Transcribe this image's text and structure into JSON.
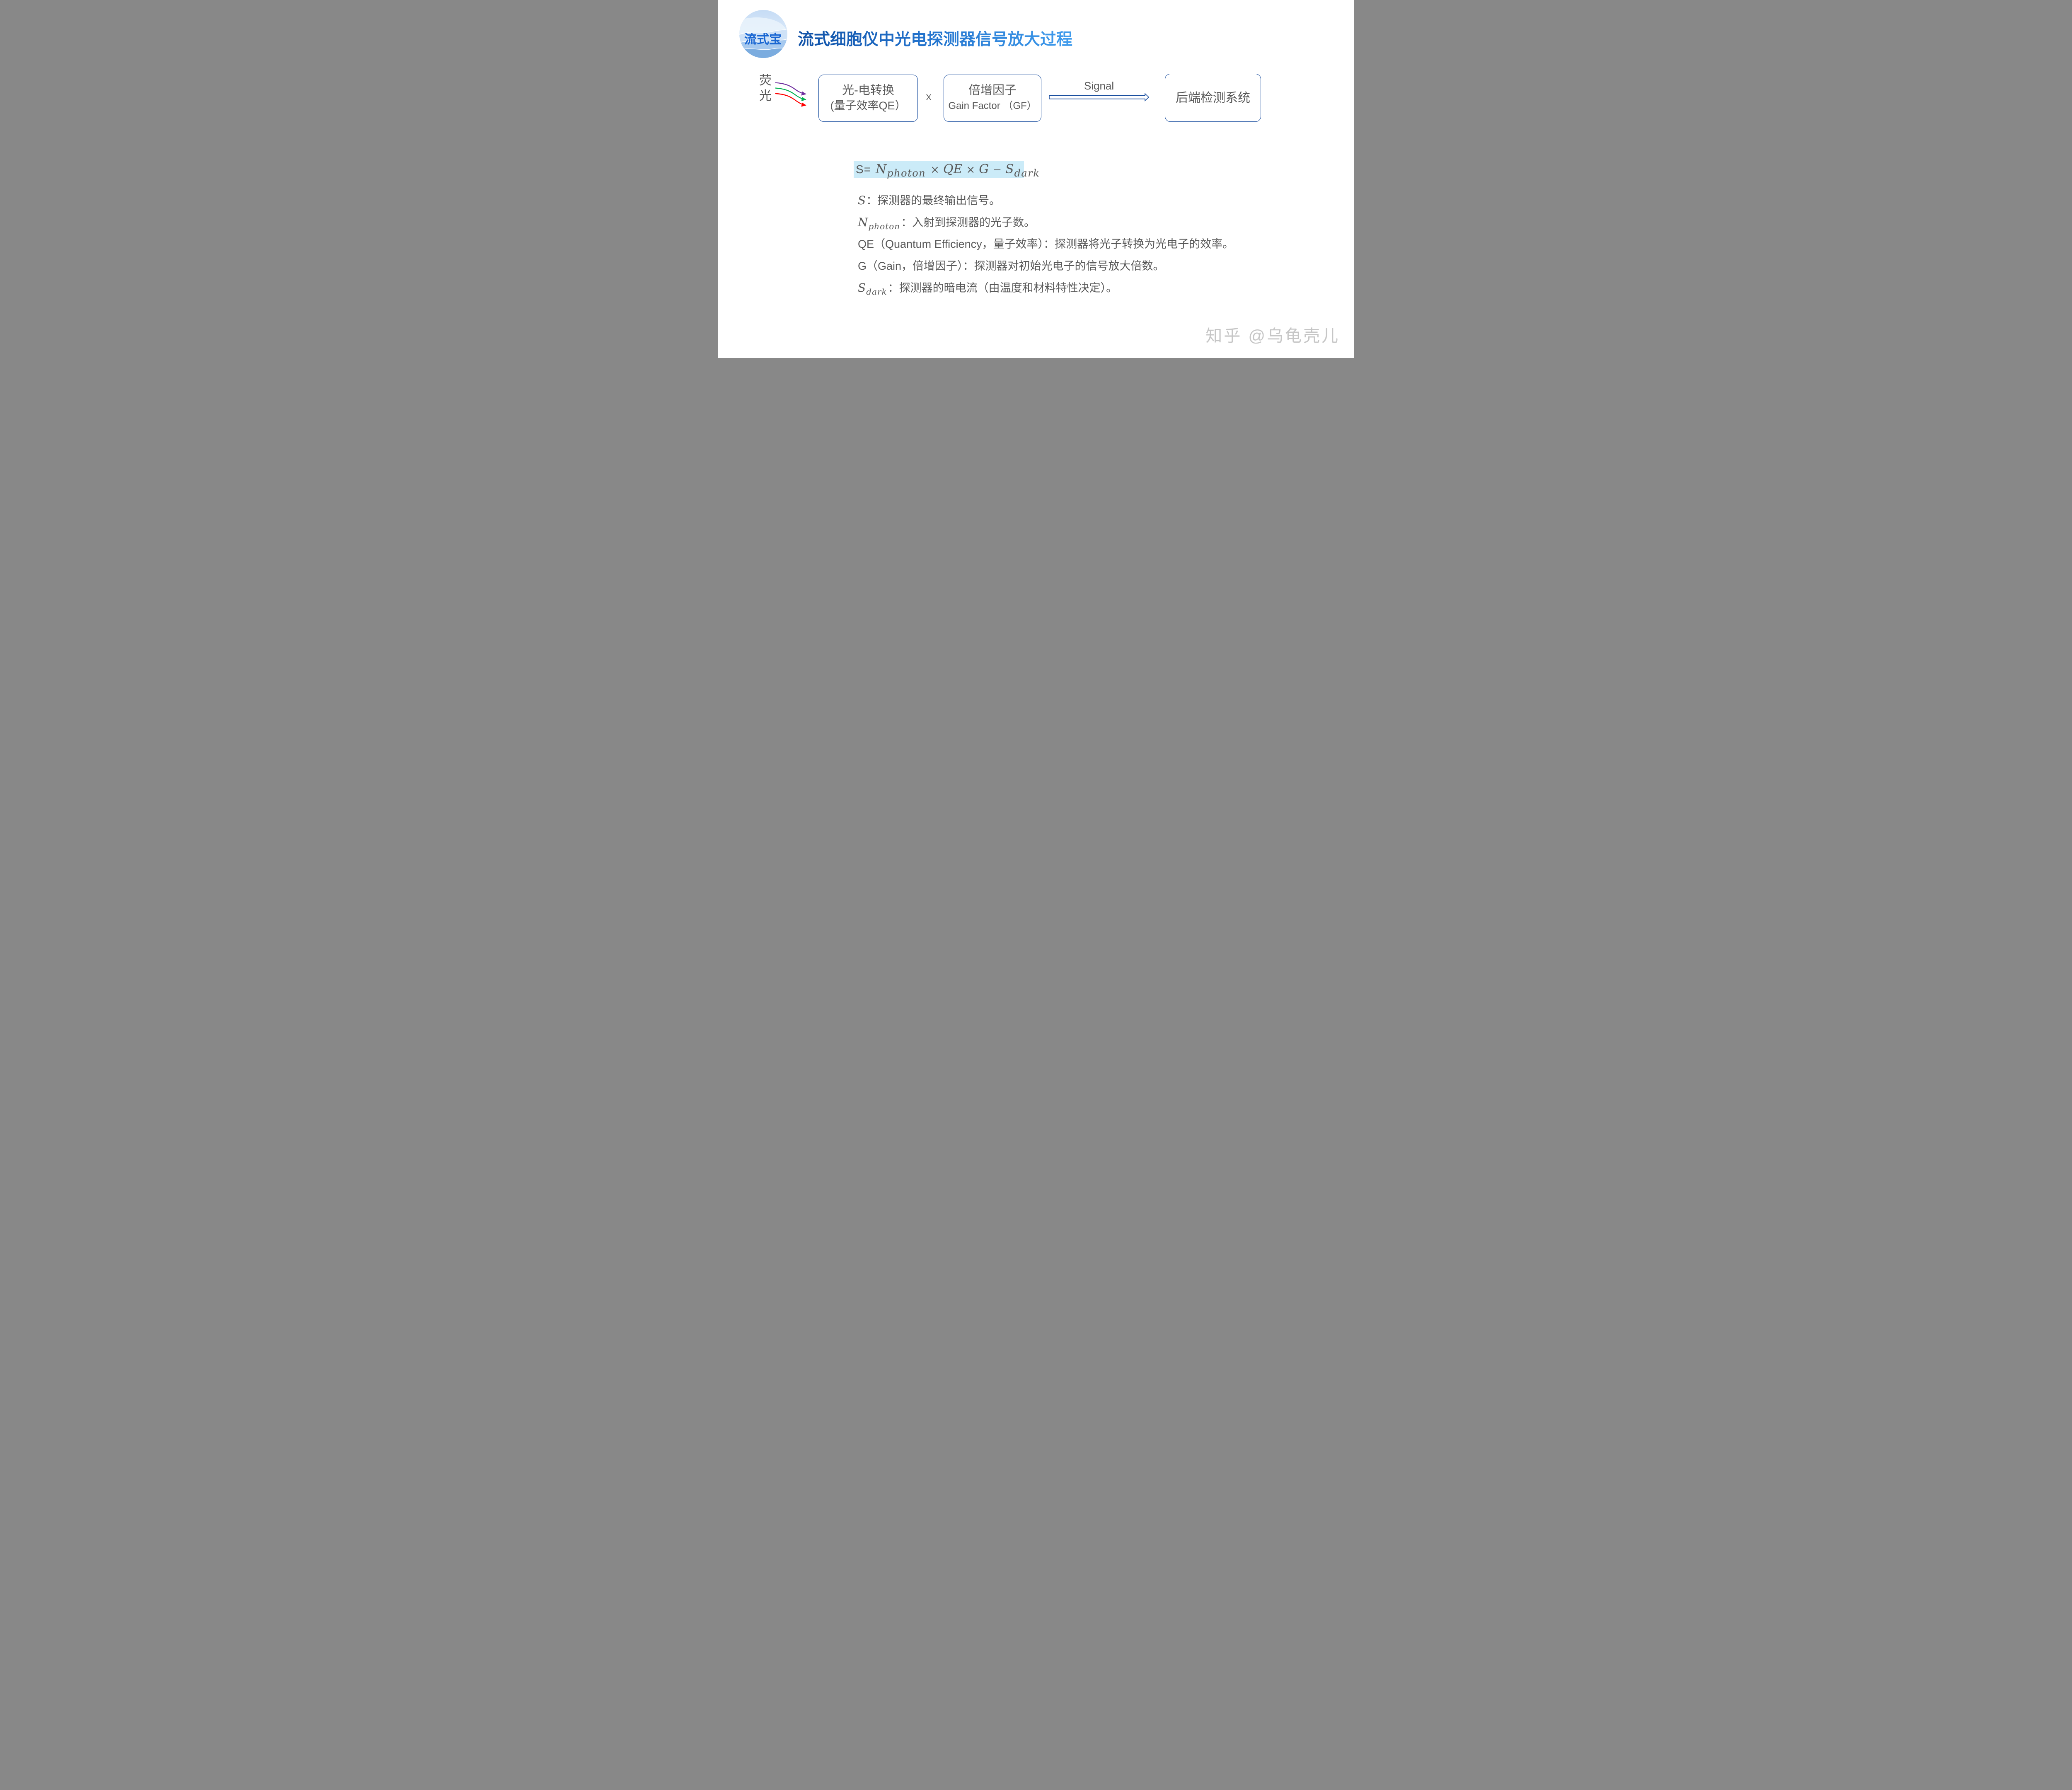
{
  "header": {
    "logo_text": "流式宝",
    "title": "流式细胞仪中光电探测器信号放大过程"
  },
  "diagram": {
    "fluorescence_char1": "荧",
    "fluorescence_char2": "光",
    "box1": {
      "line1": "光-电转换",
      "line2": "(量子效率QE）"
    },
    "multiply_sign": "X",
    "box2": {
      "line1": "倍增因子",
      "line2": "Gain Factor （GF）"
    },
    "signal_label": "Signal",
    "box3": {
      "line1": "后端检测系统"
    }
  },
  "formula": {
    "s": "S",
    "eq": "=",
    "n": "N",
    "n_sub": "photon",
    "times1": "×",
    "qe": "QE",
    "times2": "×",
    "g": "G",
    "minus": "−",
    "s2": "S",
    "s2_sub": "dark"
  },
  "definitions": [
    {
      "symbol": "S",
      "sub": "",
      "text": "：探测器的最终输出信号。"
    },
    {
      "symbol": "N",
      "sub": "photon",
      "text": "：入射到探测器的光子数。"
    },
    {
      "symbol": "QE",
      "sub": "",
      "text": "（Quantum Efficiency，量子效率）：探测器将光子转换为光电子的效率。"
    },
    {
      "symbol": "G",
      "sub": "",
      "text": "（Gain，倍增因子）：探测器对初始光电子的信号放大倍数。"
    },
    {
      "symbol": "S",
      "sub": "dark",
      "text": "：探测器的暗电流（由温度和材料特性决定）。"
    }
  ],
  "watermark": "知乎 @乌龟壳儿",
  "colors": {
    "accent_blue": "#1A4E9F",
    "text_gray": "#595959",
    "formula_highlight": "#CBEBF8",
    "title_gradient_start": "#1253A8",
    "title_gradient_end": "#3F9BEC",
    "arrow_purple": "#7030A0",
    "arrow_green": "#00B050",
    "arrow_red": "#FF0000",
    "logo_text_blue": "#1966D2",
    "watermark_gray": "#C6C6C6"
  }
}
